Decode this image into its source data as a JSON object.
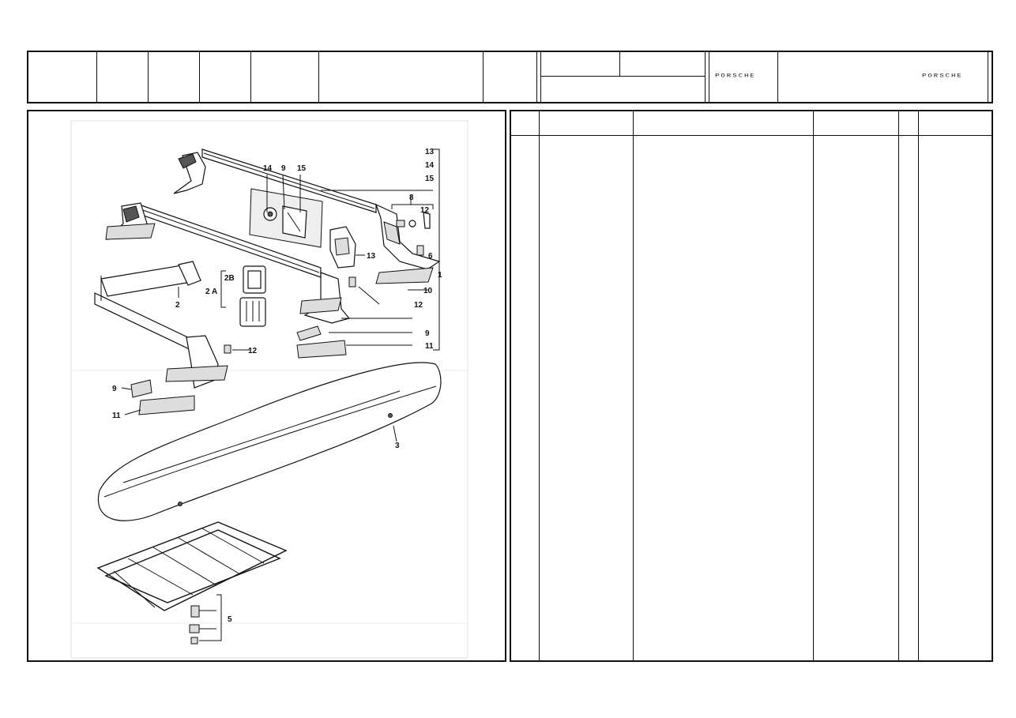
{
  "header": {
    "brand_center": "PORSCHE",
    "brand_right": "PORSCHE"
  },
  "diagram": {
    "callouts": {
      "c13": "13",
      "c14a": "14",
      "c15a": "15",
      "c14b": "14",
      "c9a": "9",
      "c15b": "15",
      "c8": "8",
      "c12a": "12",
      "c6": "6",
      "c13b": "13",
      "c1": "1",
      "c10": "10",
      "c12b": "12",
      "c2B": "2B",
      "c2A": "2 A",
      "c2": "2",
      "c9b": "9",
      "c11a": "11",
      "c12c": "12",
      "c9c": "9",
      "c11b": "11",
      "c3": "3",
      "c5": "5"
    }
  }
}
